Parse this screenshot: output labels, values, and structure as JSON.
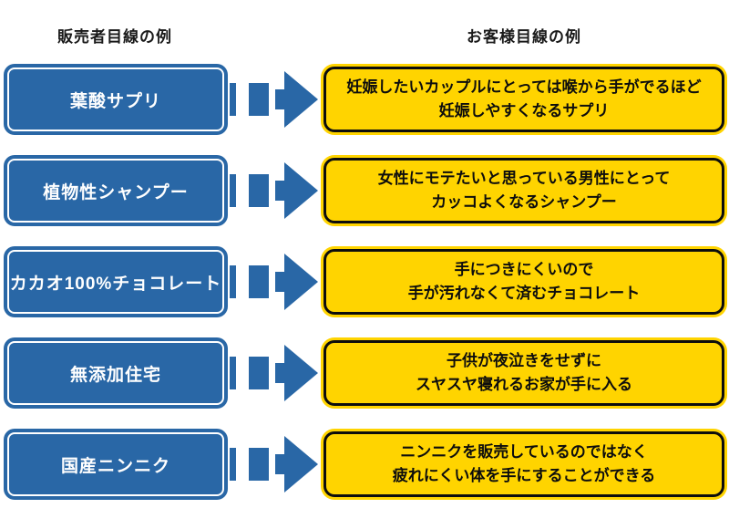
{
  "diagram": {
    "left_column_header": "販売者目線の例",
    "right_column_header": "お客様目線の例",
    "rows": [
      {
        "seller": "葉酸サプリ",
        "customer_line1": "妊娠したいカップルにとっては喉から手がでるほど",
        "customer_line2": "妊娠しやすくなるサプリ"
      },
      {
        "seller": "植物性シャンプー",
        "customer_line1": "女性にモテたいと思っている男性にとって",
        "customer_line2": "カッコよくなるシャンプー"
      },
      {
        "seller": "カカオ100%チョコレート",
        "customer_line1": "手につきにくいので",
        "customer_line2": "手が汚れなくて済むチョコレート"
      },
      {
        "seller": "無添加住宅",
        "customer_line1": "子供が夜泣きをせずに",
        "customer_line2": "スヤスヤ寝れるお家が手に入る"
      },
      {
        "seller": "国産ニンニク",
        "customer_line1": "ニンニクを販売しているのではなく",
        "customer_line2": "疲れにくい体を手にすることができる"
      }
    ],
    "colors": {
      "seller_box_blue": "#2967A6",
      "customer_box_yellow": "#FFD400",
      "customer_box_border": "#0D0D0D",
      "arrow_blue": "#2967A6"
    }
  }
}
